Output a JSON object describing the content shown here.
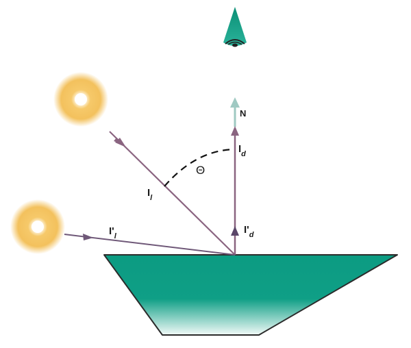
{
  "diagram": {
    "labels": {
      "normal": "N",
      "theta": "Θ",
      "incident_primary": "I",
      "incident_primary_sub": "l",
      "incident_secondary": "I'",
      "incident_secondary_sub": "l",
      "diffuse_primary": "I",
      "diffuse_primary_sub": "d",
      "diffuse_secondary": "I'",
      "diffuse_secondary_sub": "d"
    },
    "colors": {
      "surface_top": "#0c9b82",
      "surface_bottom": "#ffffff",
      "ray_incident": "#8a6480",
      "ray_secondary": "#6f5878",
      "normal_arrow": "#9fc9c2",
      "light_glow": "#f6c96a",
      "light_core": "#ffffff",
      "eye_cone": "#19a487",
      "outline": "#2b2b2b"
    },
    "icons": [
      "light-source-icon",
      "eye-viewer-icon"
    ]
  }
}
